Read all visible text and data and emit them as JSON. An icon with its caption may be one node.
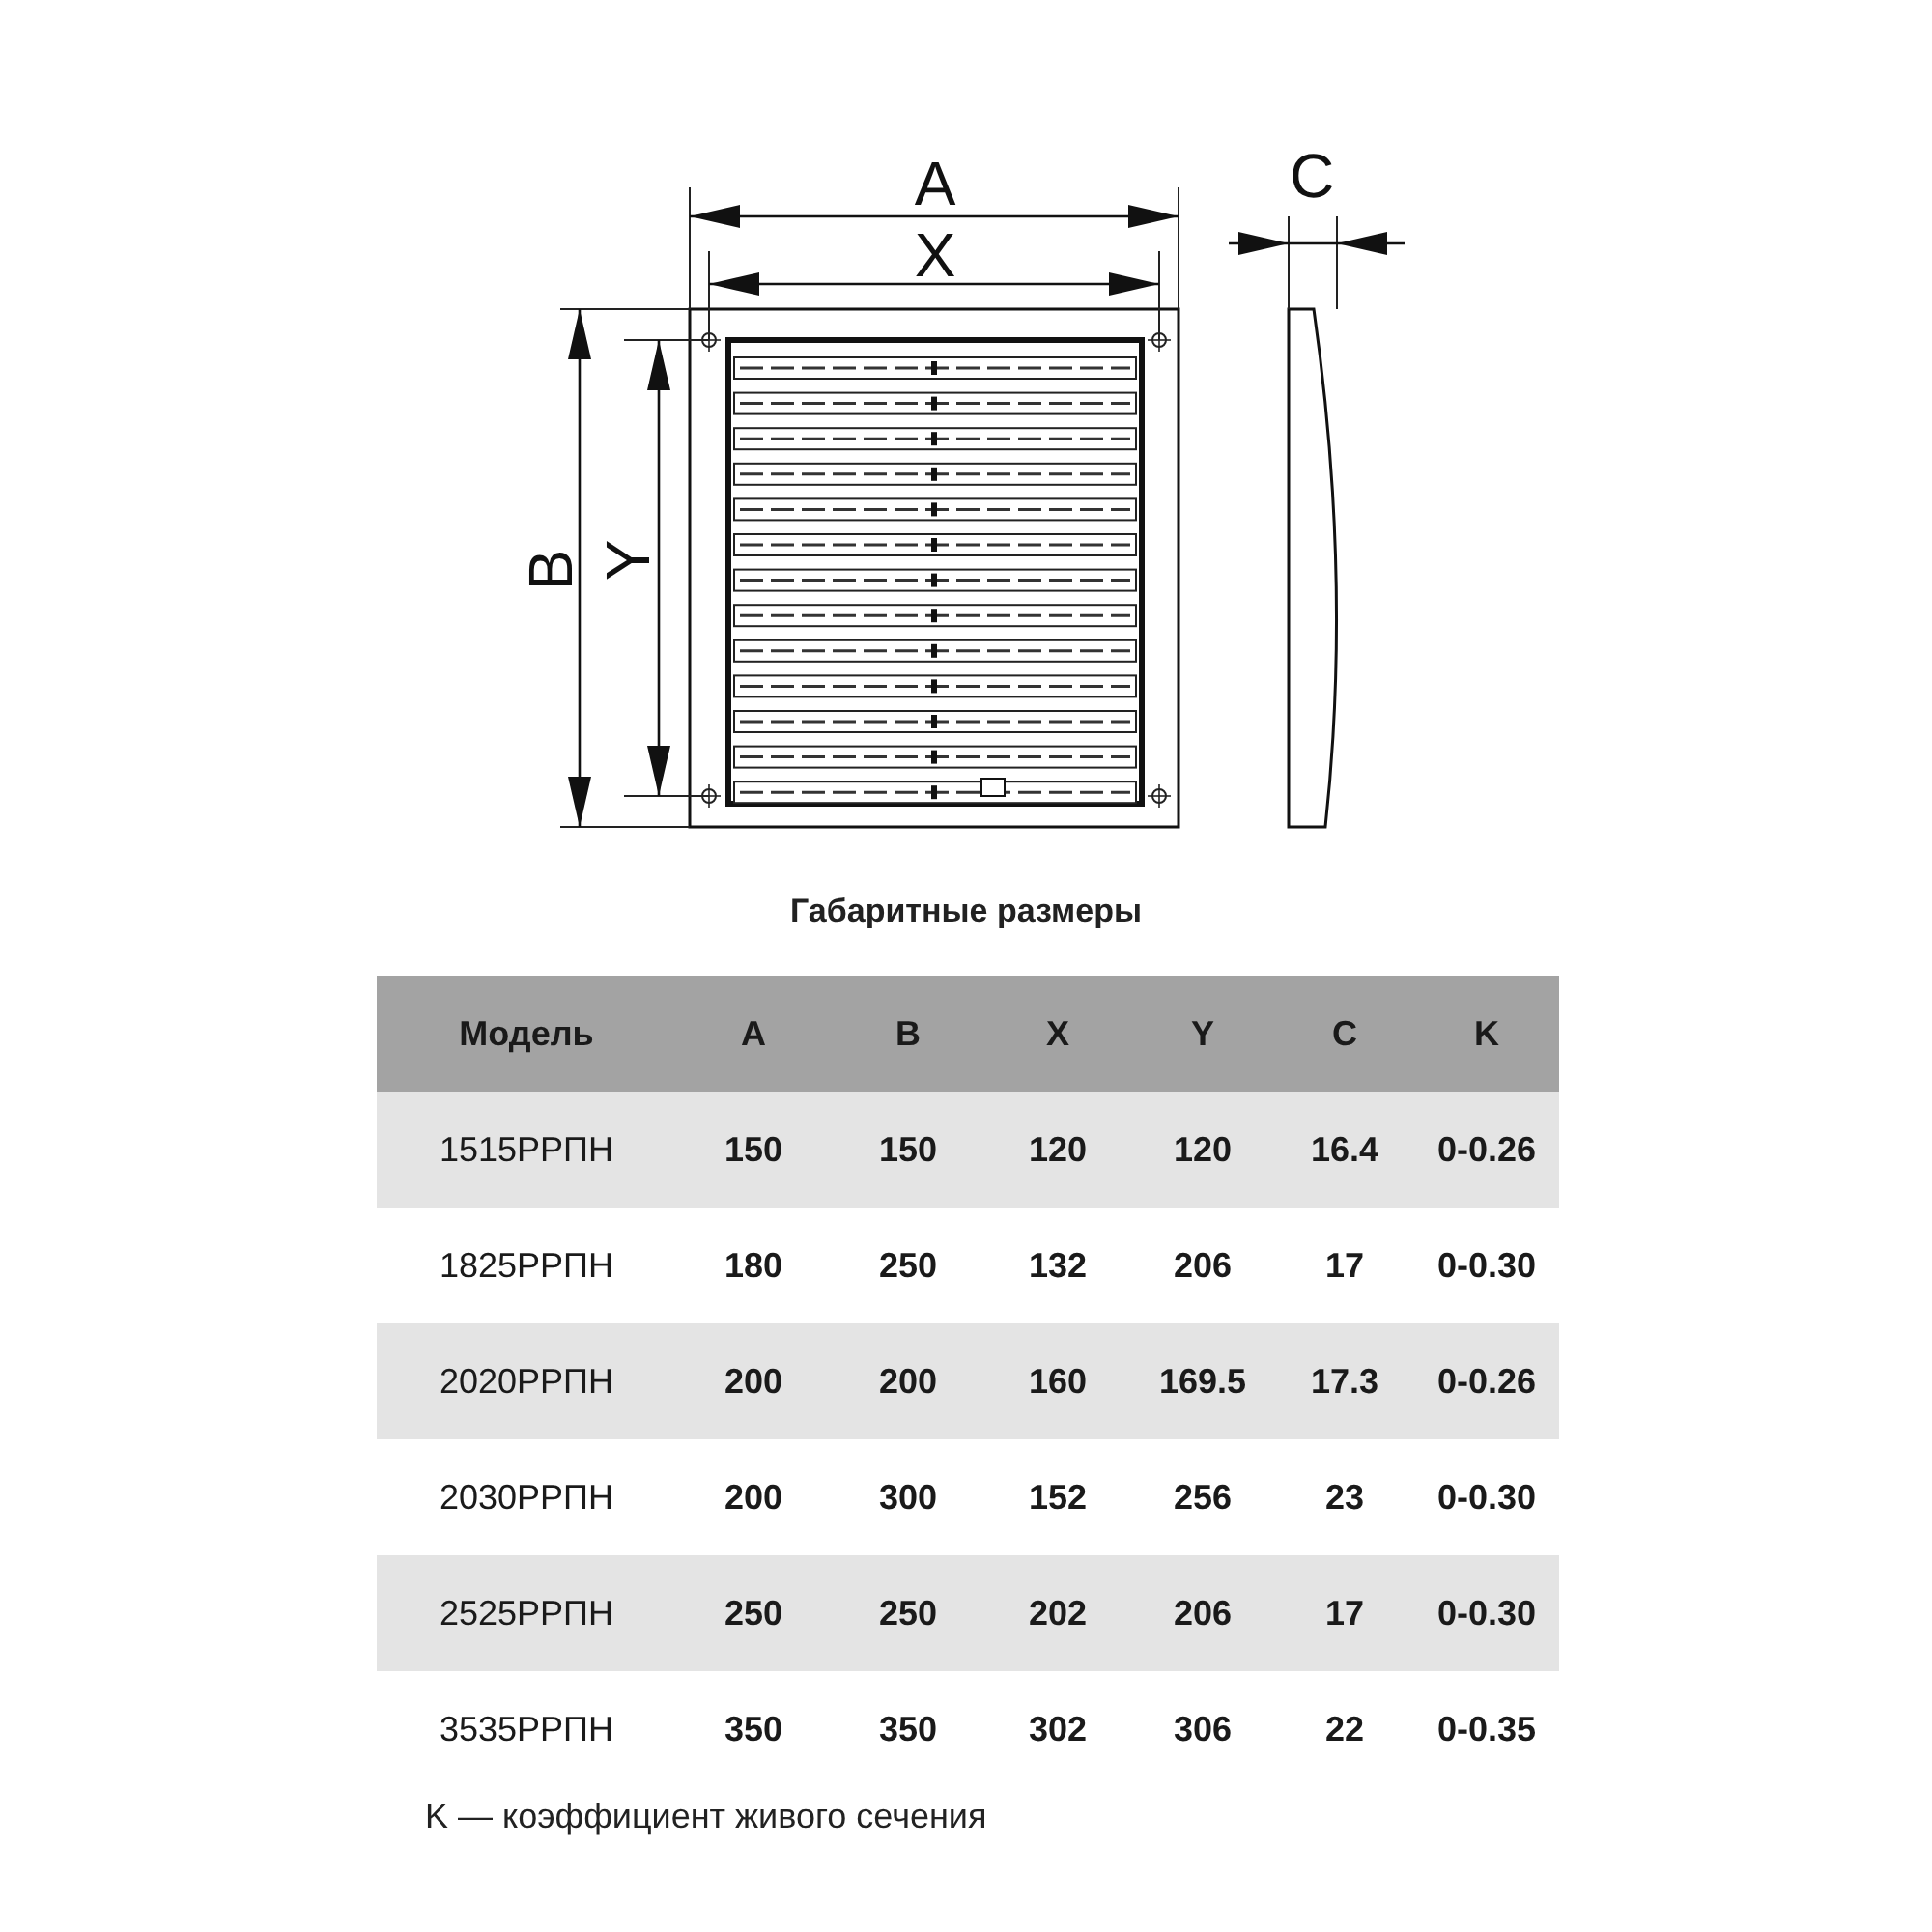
{
  "diagram": {
    "title": "Габаритные размеры",
    "labels": [
      "A",
      "X",
      "C",
      "B",
      "Y",
      "Модель",
      "A",
      "B",
      "X",
      "Y",
      "C",
      "K",
      "1515РРПН",
      "150",
      "150",
      "120",
      "120",
      "16.4",
      "0-0.26",
      "1825РРПН",
      "180",
      "250",
      "132",
      "206",
      "17",
      "0-0.30",
      "2020РРПН",
      "200",
      "200",
      "160",
      "169.5",
      "17.3",
      "0-0.26",
      "2030РРПН",
      "200",
      "300",
      "152",
      "256",
      "23",
      "0-0.30",
      "2525РРПН",
      "250",
      "250",
      "202",
      "206",
      "17",
      "0-0.30",
      "3535РРПН",
      "350",
      "350",
      "302",
      "306",
      "22",
      "0-0.35",
      "K — коэффициент живого сечения"
    ]
  }
}
